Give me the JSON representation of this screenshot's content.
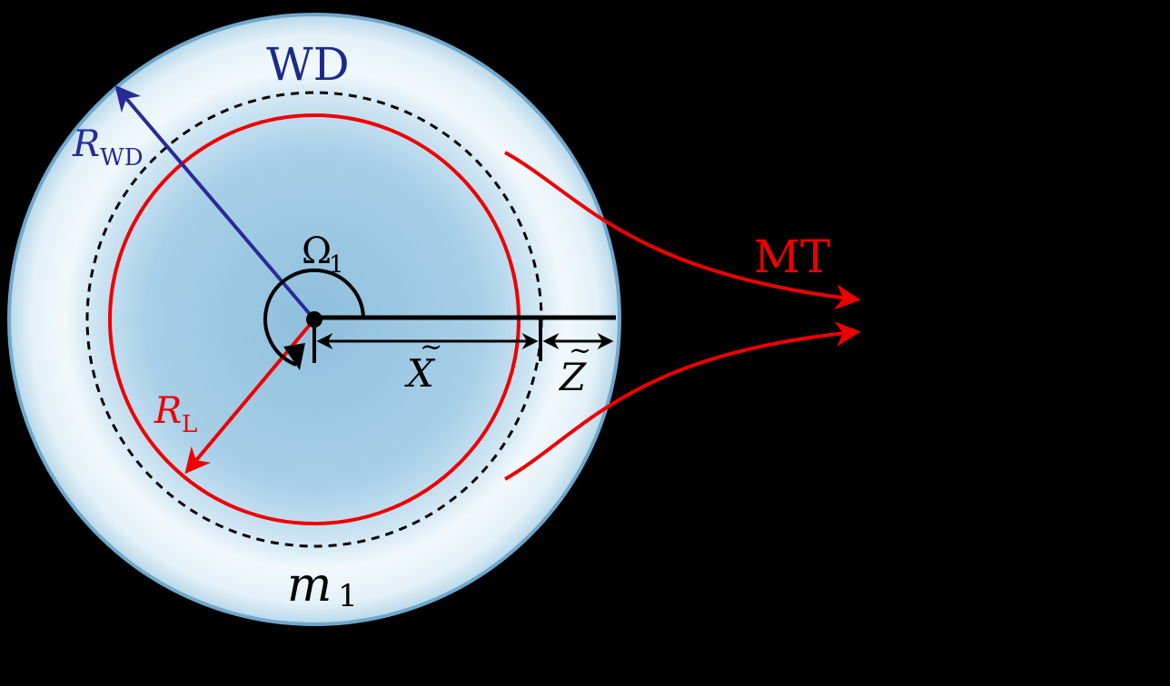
{
  "labels": {
    "body": "WD",
    "wd_radius_base": "R",
    "wd_radius_sub": "WD",
    "lobe_radius_base": "R",
    "lobe_radius_sub": "L",
    "angle_base": "Ω",
    "angle_sub": "1",
    "x_tilde": "X",
    "z_tilde": "Z",
    "mass_base": "m",
    "mass_sub": "1",
    "flow": "MT"
  },
  "colors": {
    "background": "#000000",
    "disk_center": "#a9cde6",
    "disk_mid": "#8fc1e0",
    "disk_rim": "#eaf5fb",
    "disk_edge": "#6fa8cc",
    "wd_label": "#1c2a8c",
    "wd_arrow": "#2a2a96",
    "lobe": "#ee0000",
    "ink": "#000000"
  },
  "icons": {
    "center_point": "filled-dot",
    "angle_marker": "curved-arrow"
  }
}
